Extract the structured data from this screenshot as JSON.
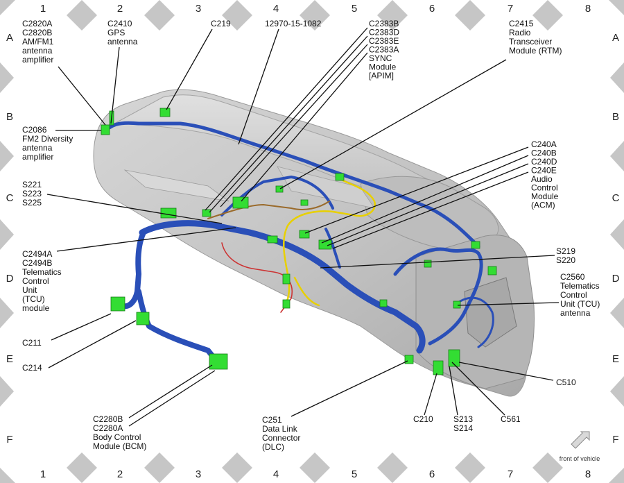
{
  "grid": {
    "columns": [
      "1",
      "2",
      "3",
      "4",
      "5",
      "6",
      "7",
      "8"
    ],
    "rows": [
      "A",
      "B",
      "C",
      "D",
      "E",
      "F"
    ]
  },
  "callouts": {
    "c2820": [
      "C2820A",
      "C2820B",
      "AM/FM1",
      "antenna",
      "amplifier"
    ],
    "c2410": [
      "C2410",
      "GPS",
      "antenna"
    ],
    "c219": [
      "C219"
    ],
    "part": [
      "12970-15-1082"
    ],
    "c2383": [
      "C2383B",
      "C2383D",
      "C2383E",
      "C2383A",
      "SYNC",
      "Module",
      "[APIM]"
    ],
    "c2415": [
      "C2415",
      "Radio",
      "Transceiver",
      "Module (RTM)"
    ],
    "c2086": [
      "C2086",
      "FM2 Diversity",
      "antenna",
      "amplifier"
    ],
    "c240": [
      "C240A",
      "C240B",
      "C240D",
      "C240E",
      "Audio",
      "Control",
      "Module",
      "(ACM)"
    ],
    "s221": [
      "S221",
      "S223",
      "S225"
    ],
    "c2494": [
      "C2494A",
      "C2494B",
      "Telematics",
      "Control",
      "Unit",
      "(TCU)",
      "module"
    ],
    "s219": [
      "S219",
      "S220"
    ],
    "c2560": [
      "C2560",
      "Telematics",
      "Control",
      "Unit (TCU)",
      "antenna"
    ],
    "c211": [
      "C211"
    ],
    "c214": [
      "C214"
    ],
    "c510": [
      "C510"
    ],
    "c2280": [
      "C2280B",
      "C2280A",
      "Body Control",
      "Module (BCM)"
    ],
    "c251": [
      "C251",
      "Data Link",
      "Connector",
      "(DLC)"
    ],
    "c210": [
      "C210"
    ],
    "s213": [
      "S213",
      "S214"
    ],
    "c561": [
      "C561"
    ]
  },
  "front_label": "front of vehicle",
  "colors": {
    "harness_blue": "#2a4fb8",
    "harness_dark": "#1a2f7a",
    "connector_green": "#33dd33",
    "wire_yellow": "#e8d000",
    "wire_red": "#cc3333",
    "wire_brown": "#9a6a2a",
    "panel_gray": "#c8c8c8",
    "border_gray": "#c9c9c9"
  }
}
